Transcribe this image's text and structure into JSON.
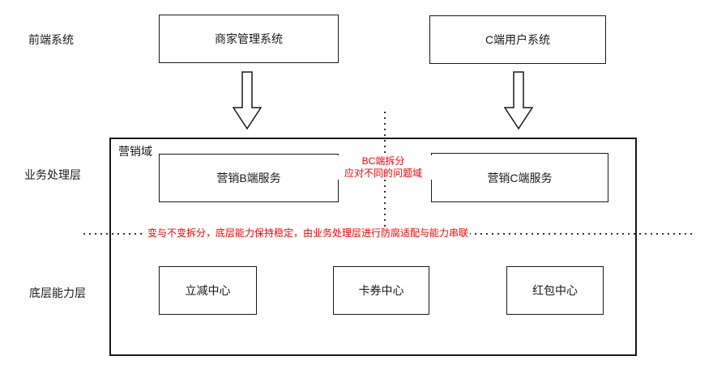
{
  "labels": {
    "frontend_layer": "前端系统",
    "business_layer": "业务处理层",
    "capability_layer": "底层能力层",
    "marketing_domain": "营销域"
  },
  "frontend_boxes": [
    {
      "label": "商家管理系统"
    },
    {
      "label": "C端用户系统"
    }
  ],
  "business_boxes": [
    {
      "label": "营销B端服务"
    },
    {
      "label": "营销C端服务"
    }
  ],
  "capability_boxes": [
    {
      "label": "立减中心"
    },
    {
      "label": "卡券中心"
    },
    {
      "label": "红包中心"
    }
  ],
  "annotations": {
    "bc_split_line1": "BC端拆分",
    "bc_split_line2": "应对不同的问题域",
    "stability_note": "变与不变拆分，底层能力保持稳定，由业务处理层进行防腐适配与能力串联"
  },
  "colors": {
    "annotation_red": "#ff0000",
    "line_black": "#1a1a1a"
  }
}
